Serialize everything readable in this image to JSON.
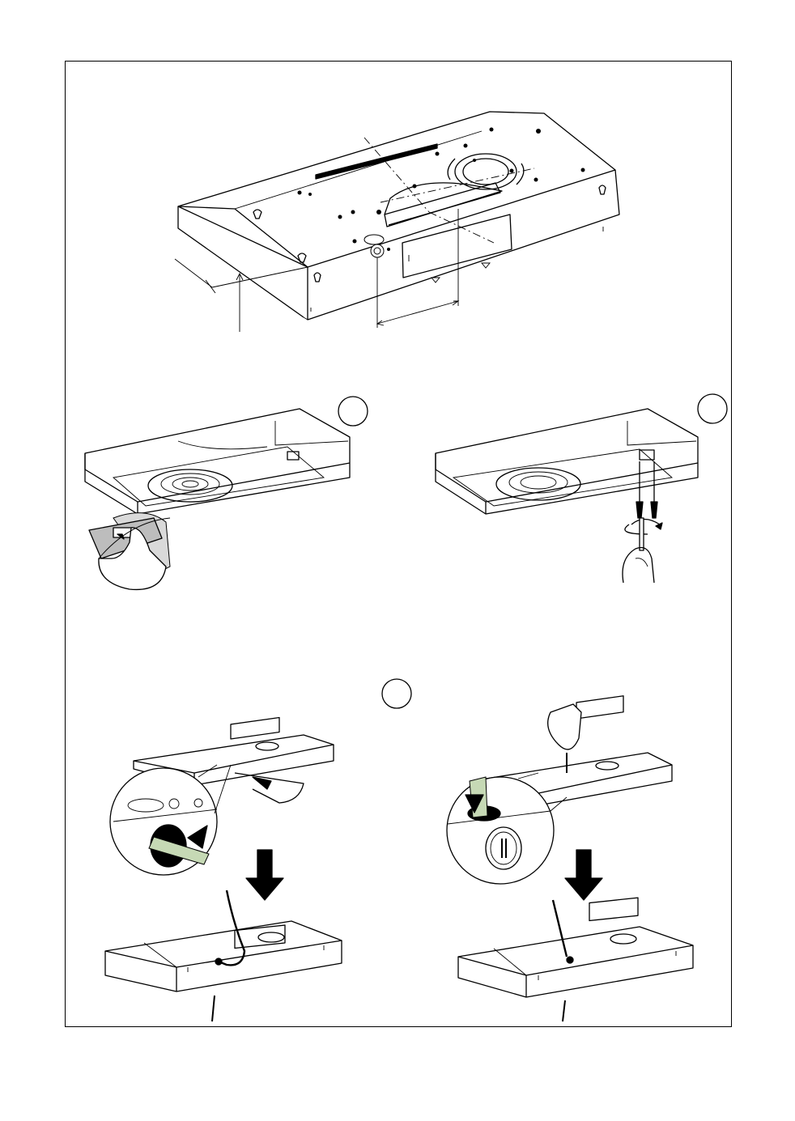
{
  "steps": [
    {
      "id": "step-1",
      "marker_label": ""
    },
    {
      "id": "step-2",
      "marker_label": ""
    },
    {
      "id": "step-3",
      "marker_label": ""
    }
  ],
  "colors": {
    "line": "#000000",
    "sleeve": "#c6d9b5",
    "shade": "#d9d9d9"
  }
}
